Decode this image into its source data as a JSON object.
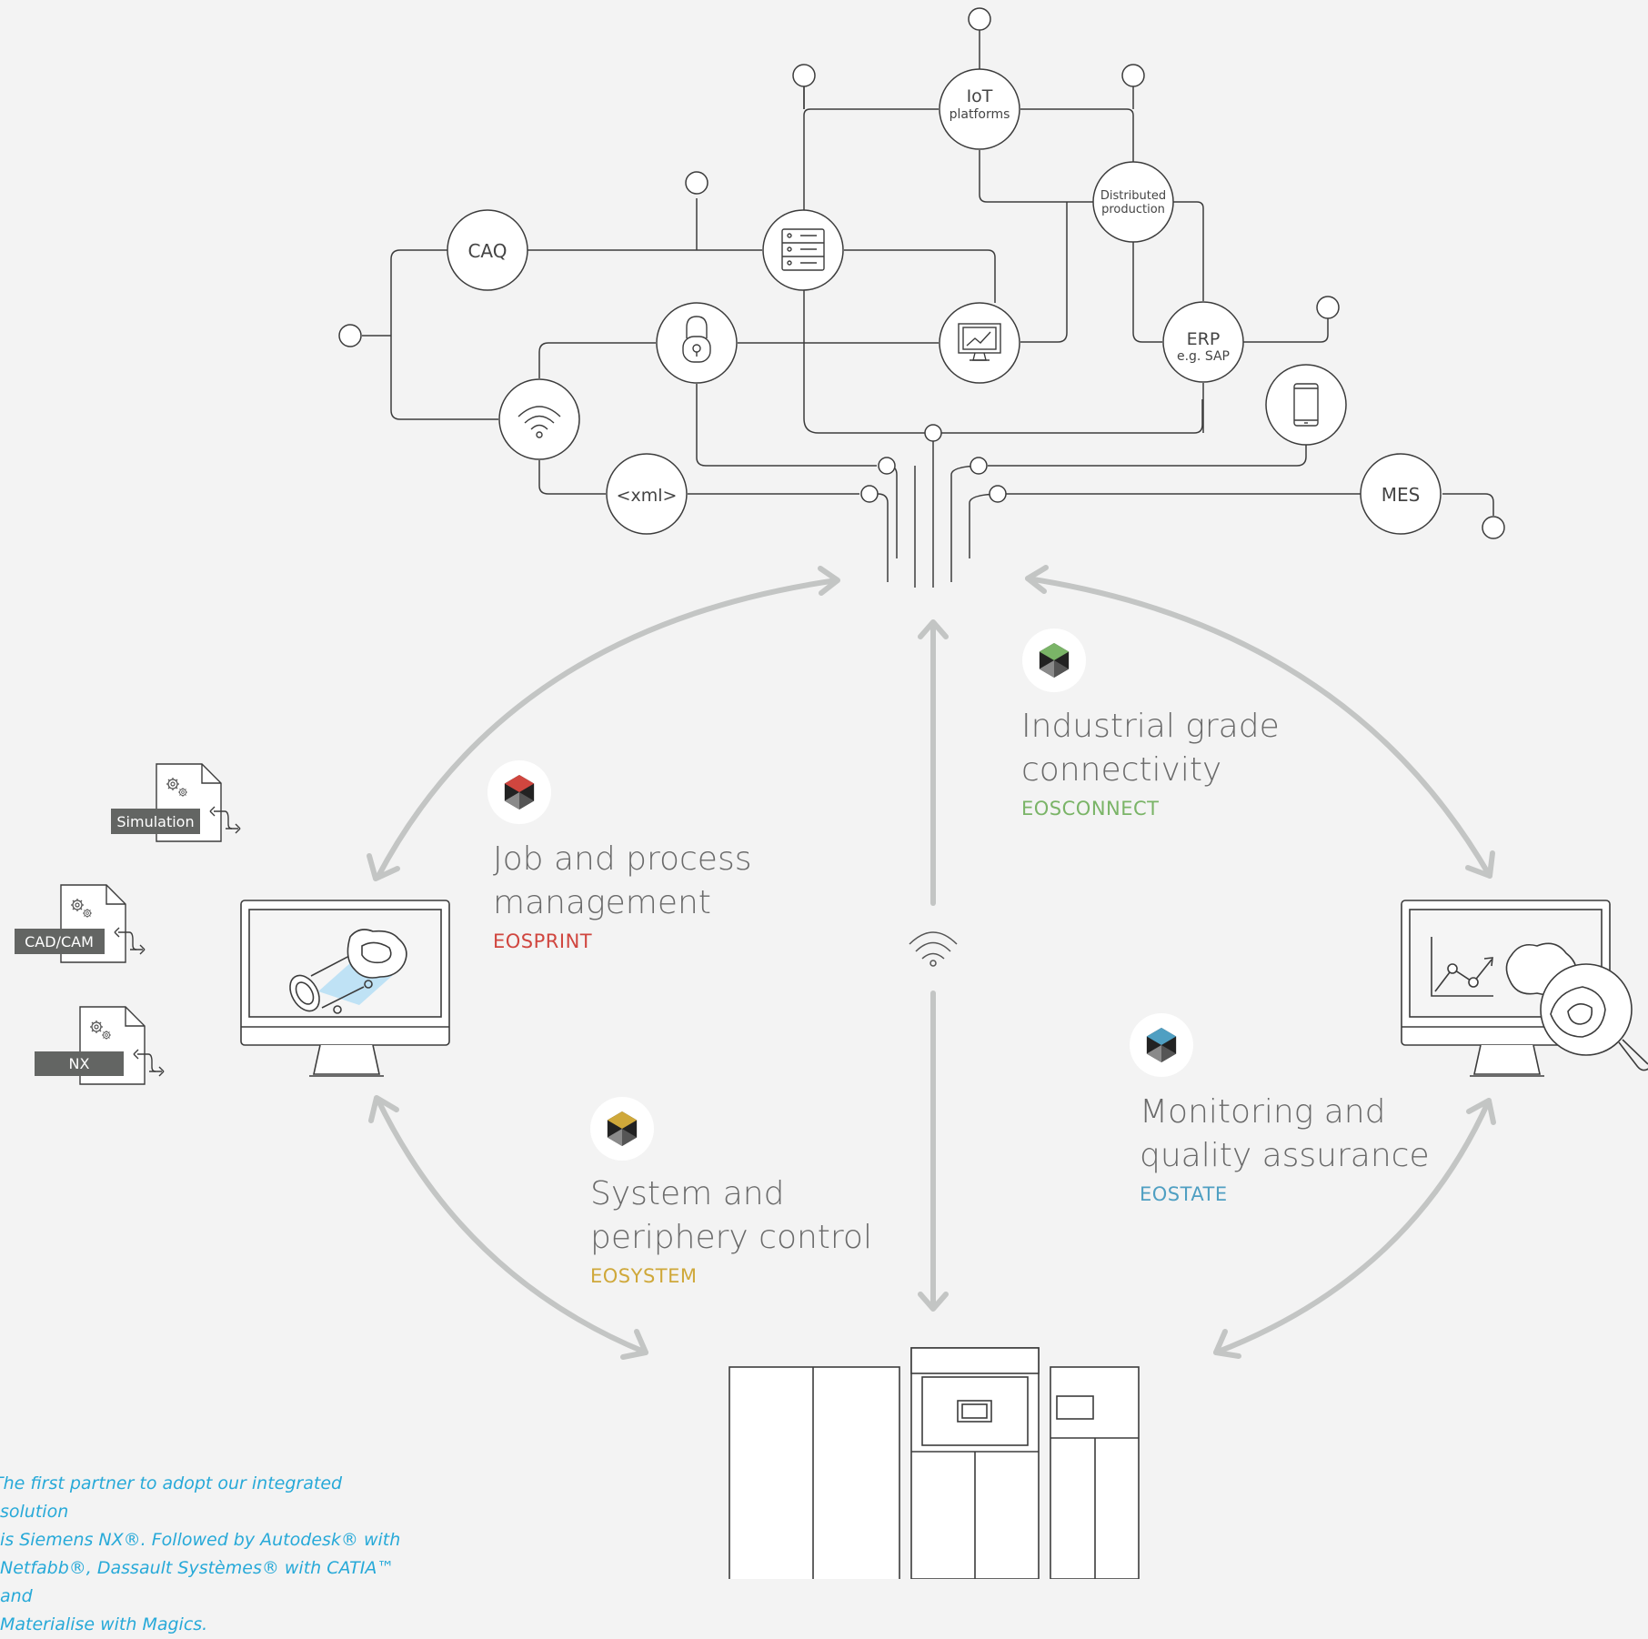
{
  "network": {
    "iot": {
      "line1": "IoT",
      "line2": "platforms"
    },
    "distributed": {
      "line1": "Distributed",
      "line2": "production"
    },
    "caq": "CAQ",
    "erp": {
      "line1": "ERP",
      "line2": "e.g. SAP"
    },
    "xml": "<xml>",
    "mes": "MES"
  },
  "eosprint": {
    "line1": "Job and process",
    "line2": "management",
    "product": "EOSPRINT",
    "color": "#d0463f"
  },
  "eosconnect": {
    "line1": "Industrial grade",
    "line2": "connectivity",
    "product": "EOSCONNECT",
    "color": "#7ab467"
  },
  "eosystem": {
    "line1": "System and",
    "line2": "periphery control",
    "product": "EOSYSTEM",
    "color": "#cfa83a"
  },
  "eostate": {
    "line1": "Monitoring and",
    "line2": "quality assurance",
    "product": "EOSTATE",
    "color": "#4f9fc2"
  },
  "files": {
    "simulation": "Simulation",
    "cadcam": "CAD/CAM",
    "nx": "NX"
  },
  "footnote": "The first partner to adopt our integrated solution\nis  Siemens NX®. Followed by Autodesk® with\nNetfabb®, Dassault Systèmes® with CATIA™ and\nMaterialise with Magics."
}
